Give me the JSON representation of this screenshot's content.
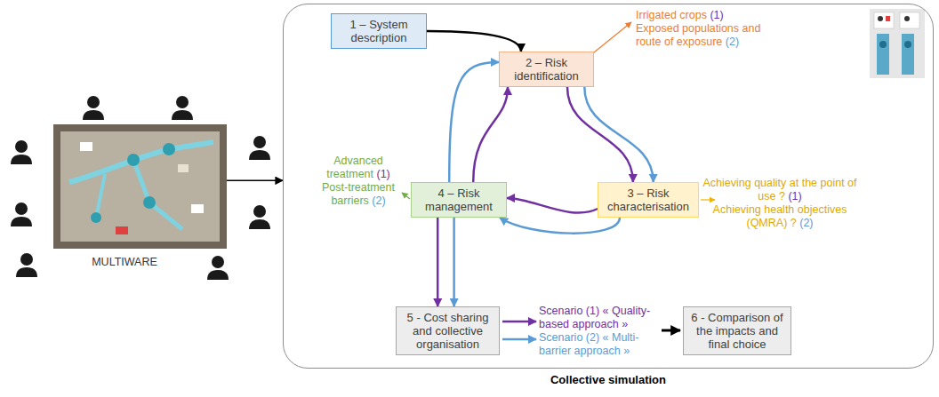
{
  "diagram": {
    "nodes": [
      {
        "text": [
          "MULTIWARE"
        ]
      },
      {
        "text": [
          "Collective simulation"
        ]
      },
      {
        "text": [
          "1 – System description"
        ],
        "in": 1
      },
      {
        "text": [
          "2 – Risk identification"
        ],
        "in": 1
      },
      {
        "text": [
          "3 – Risk characterisation"
        ],
        "in": 1
      },
      {
        "text": [
          "4 – Risk management"
        ],
        "in": 1
      },
      {
        "text": [
          "5 - Cost sharing and collective organisation"
        ],
        "in": 1
      },
      {
        "text": [
          "6 - Comparison of the impacts and final choice"
        ],
        "in": 1
      }
    ],
    "edges": [
      {
        "from": 0,
        "to": 1,
        "arrow": "to"
      },
      {
        "from": 2,
        "to": 3,
        "arrow": "to"
      },
      {
        "from": 3,
        "to": 4,
        "arrow": "to"
      },
      {
        "from": 3,
        "to": 4,
        "arrow": "to"
      },
      {
        "from": 4,
        "to": 5,
        "arrow": "to"
      },
      {
        "from": 4,
        "to": 5,
        "arrow": "to"
      },
      {
        "from": 5,
        "to": 3,
        "arrow": "to"
      },
      {
        "from": 5,
        "to": 3,
        "arrow": "to"
      },
      {
        "from": 5,
        "to": 6,
        "arrow": "to"
      },
      {
        "from": 5,
        "to": 6,
        "arrow": "to"
      }
    ],
    "labels": [
      "Irrigated crops",
      "(1)",
      "Exposed populations and route of exposure",
      "(2)",
      "Achieving quality at the point of use ?",
      "(1)",
      "Achieving health objectives (QMRA) ?",
      "(2)",
      "Advanced treatment",
      "(1)",
      "Post-treatment barriers",
      "(2)",
      "Scenario (1) « Quality-based approach »",
      "Scenario (2) « Multi-barrier approach »"
    ]
  }
}
